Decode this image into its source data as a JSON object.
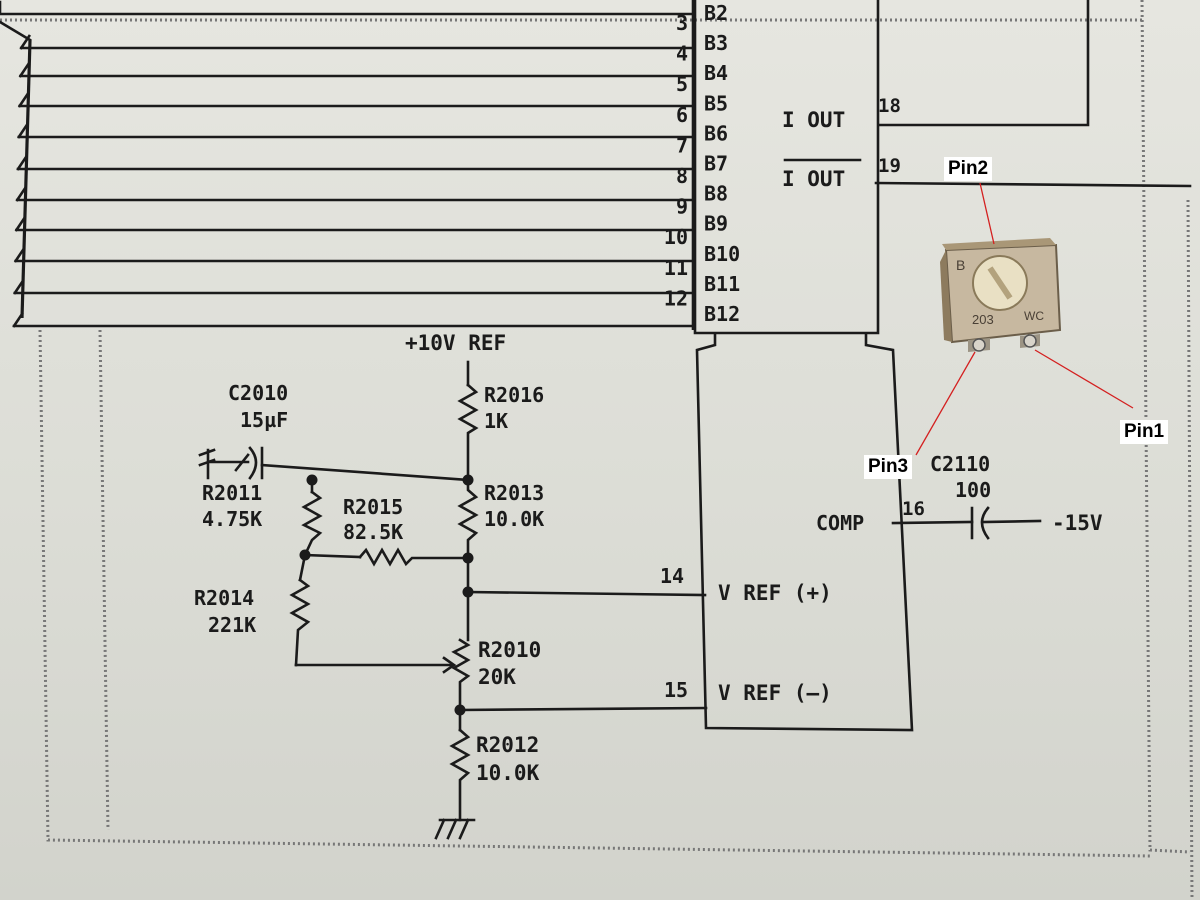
{
  "pin_numbers": [
    "3",
    "4",
    "5",
    "6",
    "7",
    "8",
    "9",
    "10",
    "11",
    "12"
  ],
  "bit_labels": [
    "B2",
    "B3",
    "B4",
    "B5",
    "B6",
    "B7",
    "B8",
    "B9",
    "B10",
    "B11",
    "B12"
  ],
  "dac_outputs": {
    "iout_label": "I OUT",
    "iout_pin": "18",
    "iout_bar_label": "I OUT",
    "iout_bar_pin": "19"
  },
  "ref_rail": "+10V REF",
  "components": {
    "c2010": {
      "name": "C2010",
      "value": "15µF"
    },
    "r2016": {
      "name": "R2016",
      "value": "1K"
    },
    "r2011": {
      "name": "R2011",
      "value": "4.75K"
    },
    "r2015": {
      "name": "R2015",
      "value": "82.5K"
    },
    "r2013": {
      "name": "R2013",
      "value": "10.0K"
    },
    "r2014": {
      "name": "R2014",
      "value": "221K"
    },
    "r2010": {
      "name": "R2010",
      "value": "20K"
    },
    "r2012": {
      "name": "R2012",
      "value": "10.0K"
    },
    "c2110": {
      "name": "C2110",
      "value": "100"
    }
  },
  "ic_pins": {
    "vref_plus": {
      "pin": "14",
      "label": "V REF (+)"
    },
    "vref_minus": {
      "pin": "15",
      "label": "V REF (–)"
    },
    "comp": {
      "pin": "16",
      "label": "COMP"
    }
  },
  "neg_supply": "-15V",
  "photo_pot": {
    "marking": "203",
    "marking2": "WC",
    "marking3": "B"
  },
  "callouts": {
    "pin1": "Pin1",
    "pin2": "Pin2",
    "pin3": "Pin3"
  }
}
